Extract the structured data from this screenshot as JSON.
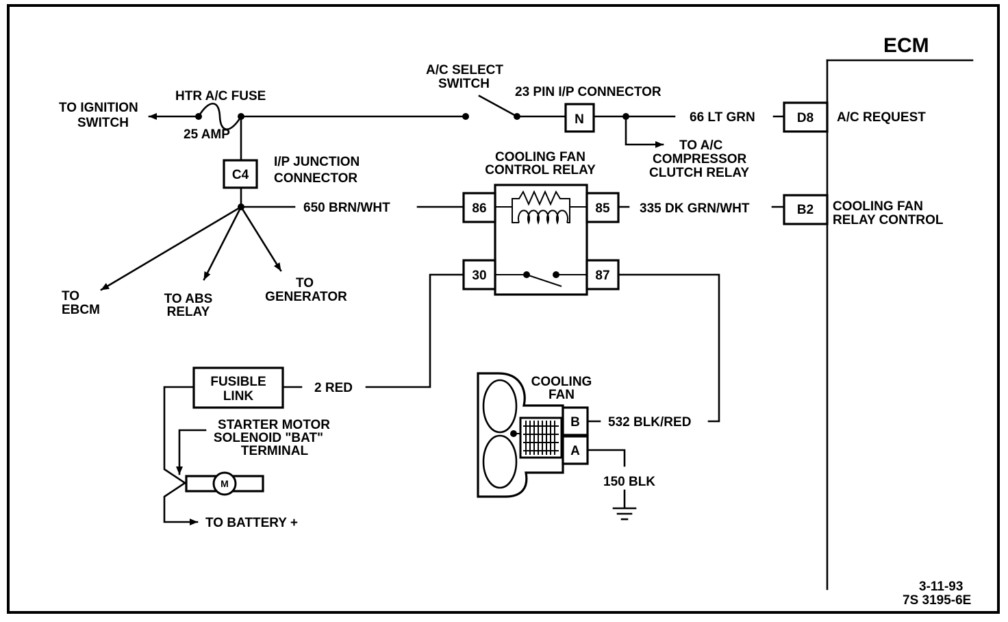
{
  "ecm": {
    "title": "ECM"
  },
  "pins": {
    "d8": {
      "id": "D8",
      "function": "A/C REQUEST"
    },
    "b2": {
      "id": "B2",
      "function_line1": "COOLING FAN",
      "function_line2": "RELAY CONTROL"
    }
  },
  "ignition": {
    "line1": "TO IGNITION",
    "line2": "SWITCH"
  },
  "fuse": {
    "name": "HTR A/C FUSE",
    "rating": "25 AMP"
  },
  "ac_switch": {
    "line1": "A/C SELECT",
    "line2": "SWITCH"
  },
  "ip_connector": {
    "label": "23 PIN I/P CONNECTOR",
    "pin": "N"
  },
  "wires": {
    "w66": "66 LT GRN",
    "w650": "650 BRN/WHT",
    "w335": "335 DK GRN/WHT",
    "w2": "2 RED",
    "w532": "532 BLK/RED",
    "w150": "150 BLK"
  },
  "compressor": {
    "line1": "TO A/C",
    "line2": "COMPRESSOR",
    "line3": "CLUTCH RELAY"
  },
  "junction": {
    "pin": "C4",
    "line1": "I/P JUNCTION",
    "line2": "CONNECTOR"
  },
  "relay": {
    "line1": "COOLING FAN",
    "line2": "CONTROL RELAY",
    "p86": "86",
    "p85": "85",
    "p30": "30",
    "p87": "87"
  },
  "branches": {
    "ebcm": {
      "line1": "TO",
      "line2": "EBCM"
    },
    "abs": {
      "line1": "TO ABS",
      "line2": "RELAY"
    },
    "gen": {
      "line1": "TO",
      "line2": "GENERATOR"
    }
  },
  "fusible": {
    "line1": "FUSIBLE",
    "line2": "LINK"
  },
  "starter": {
    "line1": "STARTER MOTOR",
    "line2": "SOLENOID \"BAT\"",
    "line3": "TERMINAL",
    "motor": "M"
  },
  "battery": "TO BATTERY +",
  "fan": {
    "line1": "COOLING",
    "line2": "FAN",
    "pin_b": "B",
    "pin_a": "A"
  },
  "footer": {
    "date": "3-11-93",
    "code": "7S 3195-6E"
  }
}
